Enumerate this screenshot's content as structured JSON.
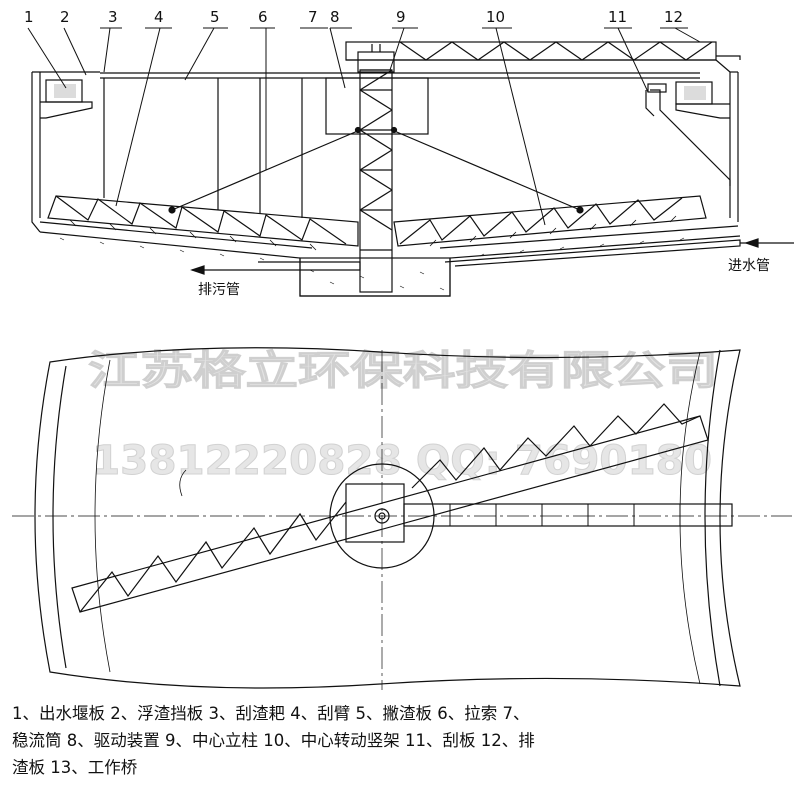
{
  "numbers": [
    "1",
    "2",
    "3",
    "4",
    "5",
    "6",
    "7",
    "8",
    "9",
    "10",
    "11",
    "12"
  ],
  "labels": {
    "sludge_out": "排污管",
    "water_in": "进水管"
  },
  "watermark": {
    "company": "江苏格立环保科技有限公司",
    "phone": "13812220828  QQ: 7690180"
  },
  "legend": {
    "line1": "1、出水堰板 2、浮渣挡板 3、刮渣耙 4、刮臂 5、撇渣板 6、拉索 7、",
    "line2": "稳流筒 8、驱动装置 9、中心立柱 10、中心转动竖架 11、刮板 12、排",
    "line3": "渣板 13、工作桥"
  }
}
